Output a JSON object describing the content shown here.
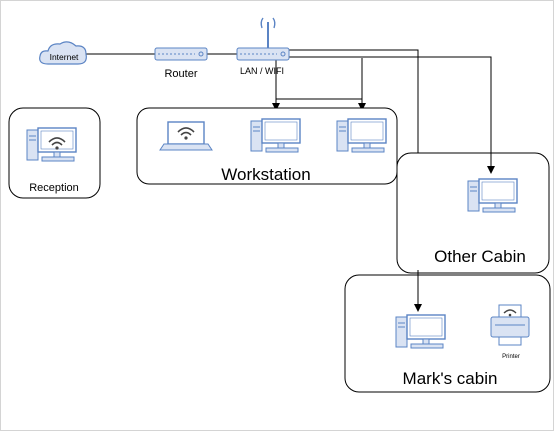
{
  "nodes": {
    "internet": "Internet",
    "router": "Router",
    "lan_wifi": "LAN / WIFI",
    "printer": "Printer"
  },
  "groups": {
    "reception": "Reception",
    "workstation": "Workstation",
    "other_cabin": "Other Cabin",
    "marks_cabin": "Mark's cabin"
  },
  "colors": {
    "device_blue": "#5b84c4",
    "device_light": "#dae3f3",
    "line": "#000000",
    "frame": "#d4d4d4",
    "label_blue": "#1f5fa8"
  },
  "icons": [
    "cloud-icon",
    "router-icon",
    "wifi-router-icon",
    "laptop-icon",
    "desktop-icon",
    "wifi-desktop-icon",
    "printer-icon"
  ]
}
